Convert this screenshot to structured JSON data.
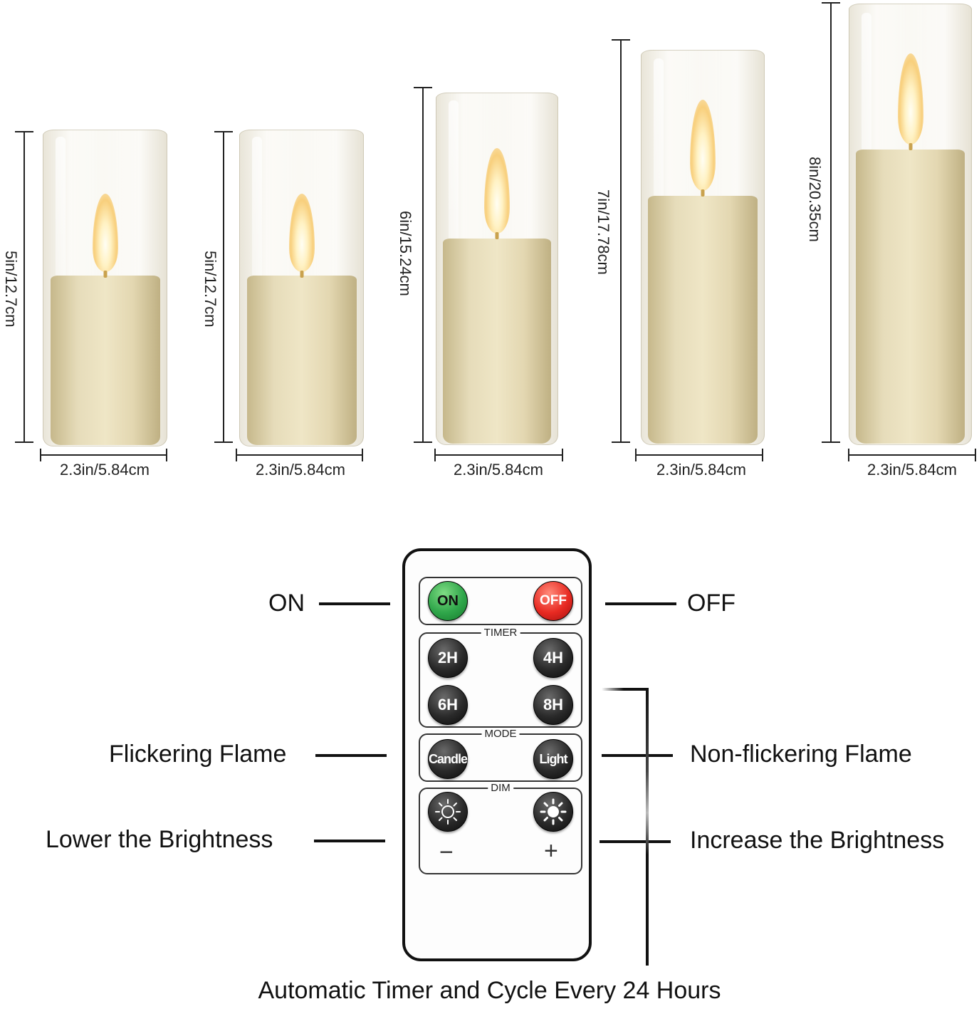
{
  "candles": [
    {
      "height_label": "5in/12.7cm",
      "width_label": "2.3in/5.84cm",
      "height_in": 5,
      "width_in": 2.3
    },
    {
      "height_label": "5in/12.7cm",
      "width_label": "2.3in/5.84cm",
      "height_in": 5,
      "width_in": 2.3
    },
    {
      "height_label": "6in/15.24cm",
      "width_label": "2.3in/5.84cm",
      "height_in": 6,
      "width_in": 2.3
    },
    {
      "height_label": "7in/17.78cm",
      "width_label": "2.3in/5.84cm",
      "height_in": 7,
      "width_in": 2.3
    },
    {
      "height_label": "8in/20.35cm",
      "width_label": "2.3in/5.84cm",
      "height_in": 8,
      "width_in": 2.3
    }
  ],
  "remote": {
    "power": {
      "on": "ON",
      "off": "OFF"
    },
    "timer": {
      "title": "TIMER",
      "b2": "2H",
      "b4": "4H",
      "b6": "6H",
      "b8": "8H"
    },
    "mode": {
      "title": "MODE",
      "candle": "Candle",
      "light": "Light"
    },
    "dim": {
      "title": "DIM",
      "minus": "−",
      "plus": "+",
      "lower_icon": "sun-outline-icon",
      "raise_icon": "sun-filled-icon"
    },
    "colors": {
      "on": "#2fa64a",
      "off": "#e82a22",
      "button": "#1a1a1a"
    }
  },
  "callouts": {
    "on": "ON",
    "off": "OFF",
    "flicker": "Flickering Flame",
    "nonflicker": "Non-flickering Flame",
    "lower": "Lower the Brightness",
    "increase": "Increase the Brightness"
  },
  "footer": "Automatic Timer and Cycle Every 24 Hours"
}
